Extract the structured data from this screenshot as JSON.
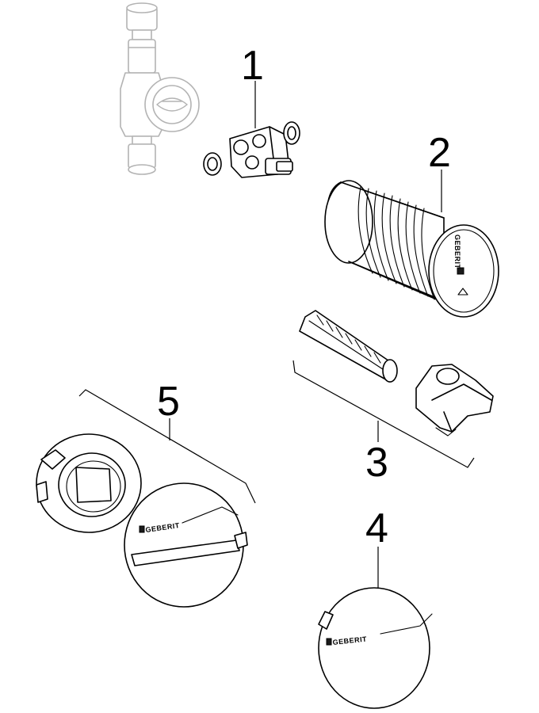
{
  "callouts": [
    {
      "id": "1",
      "label": "1"
    },
    {
      "id": "2",
      "label": "2"
    },
    {
      "id": "3",
      "label": "3"
    },
    {
      "id": "4",
      "label": "4"
    },
    {
      "id": "5",
      "label": "5"
    }
  ],
  "brand_text": "GEBERIT",
  "colors": {
    "line": "#000000",
    "ghost_line": "#b3b3b3",
    "background": "#ffffff"
  }
}
